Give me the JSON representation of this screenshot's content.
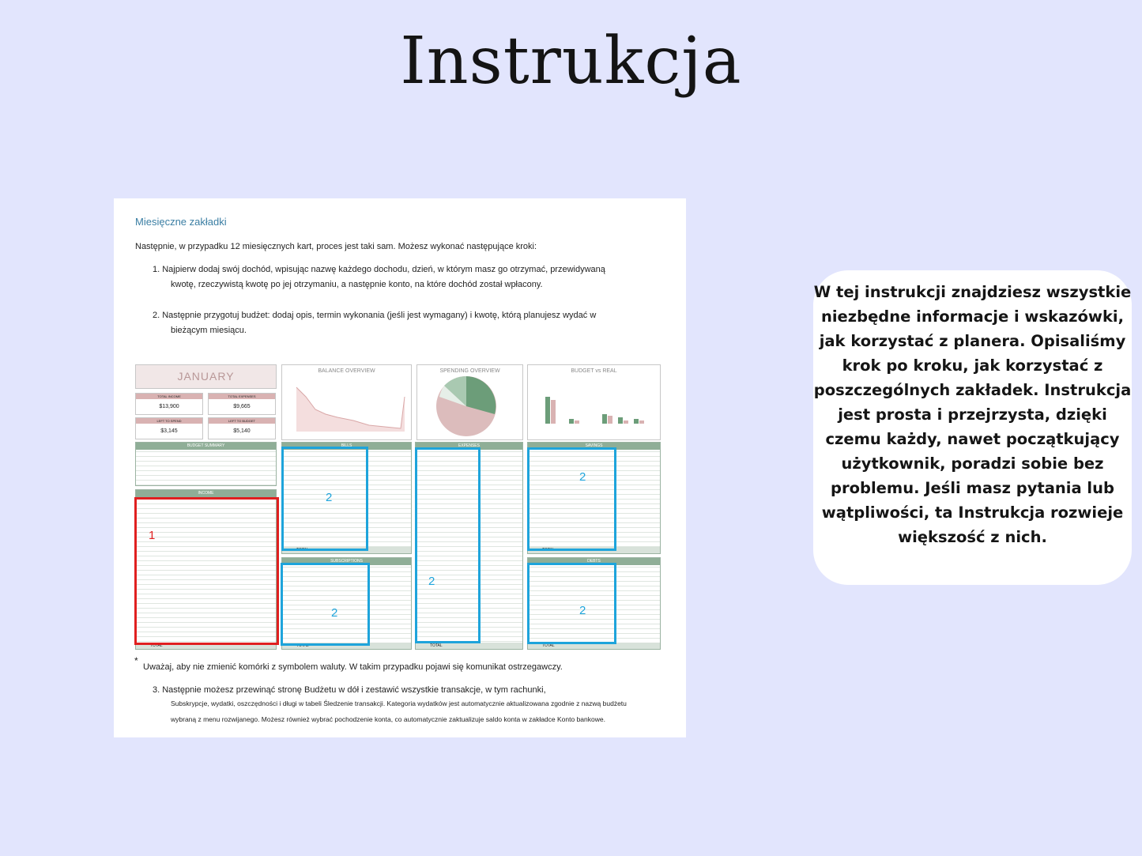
{
  "title": "Instrukcja",
  "doc": {
    "heading": "Miesięczne zakładki",
    "intro": "Następnie, w przypadku 12 miesięcznych kart, proces jest taki sam. Możesz wykonać następujące kroki:",
    "step1_a": "1. Najpierw dodaj swój dochód, wpisując nazwę każdego dochodu, dzień, w którym masz go otrzymać, przewidywaną",
    "step1_b": "kwotę, rzeczywistą kwotę po jej otrzymaniu, a następnie konto, na które dochód został wpłacony.",
    "step2_a": "2. Następnie przygotuj budżet: dodaj opis, termin wykonania (jeśli jest wymagany) i kwotę, którą planujesz wydać w",
    "step2_b": "bieżącym miesiącu.",
    "star": "*",
    "warning": "Uważaj, aby nie zmienić komórki z symbolem waluty. W takim przypadku pojawi się komunikat ostrzegawczy.",
    "step3_a": "3. Następnie możesz przewinąć stronę Budżetu w dół i zestawić wszystkie transakcje, w tym rachunki,",
    "step3_b": "Subskrypcje, wydatki, oszczędności i długi w tabeli Śledzenie transakcji. Kategoria wydatków jest automatycznie aktualizowana zgodnie z nazwą budżetu",
    "step3_c": "wybraną z menu rozwijanego. Możesz również wybrać pochodzenie konta, co automatycznie zaktualizuje saldo konta w zakładce Konto bankowe."
  },
  "sheet": {
    "month": "JANUARY",
    "stats": [
      {
        "label": "TOTAL INCOME",
        "value": "$13,900"
      },
      {
        "label": "TOTAL EXPENSES",
        "value": "$9,665"
      },
      {
        "label": "LEFT TO SPEND",
        "value": "$3,145"
      },
      {
        "label": "LEFT TO BUDGET",
        "value": "$5,140"
      }
    ],
    "balance_title": "BALANCE OVERVIEW",
    "spending_title": "SPENDING OVERVIEW",
    "budget_title": "BUDGET vs REAL",
    "table_titles": {
      "summary": "BUDGET SUMMARY",
      "income": "INCOME",
      "bills": "BILLS",
      "expenses": "EXPENSES",
      "savings": "SAVINGS",
      "subscriptions": "SUBSCRIPTIONS",
      "debts": "DEBTS"
    },
    "total_label": "TOTAL",
    "marks": {
      "red": "1",
      "blue": "2"
    }
  },
  "colors": {
    "background": "#e2e5fd",
    "red_frame": "#e02020",
    "blue_frame": "#1ea4db",
    "heading": "#3a7ea3"
  },
  "callout": "W tej instrukcji znajdziesz wszystkie niezbędne informacje i wskazówki, jak korzystać z planera. Opisaliśmy krok po kroku, jak korzystać z poszczególnych zakładek. Instrukcja jest prosta i przejrzysta, dzięki czemu każdy, nawet początkujący użytkownik, poradzi sobie bez problemu. Jeśli masz pytania lub wątpliwości, ta Instrukcja rozwieje większość z nich."
}
